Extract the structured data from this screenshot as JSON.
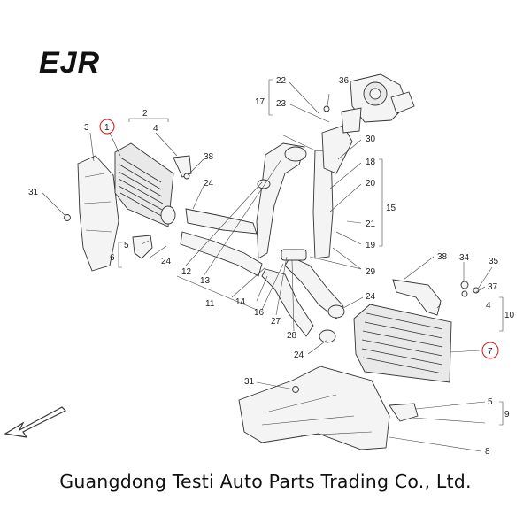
{
  "brand": {
    "logo_text": "EJR"
  },
  "company_name": "Guangdong Testi Auto Parts Trading Co., Ltd.",
  "highlight_color": "#dd1111",
  "callouts": {
    "c1": "1",
    "c2": "2",
    "c3": "3",
    "c4a": "4",
    "c4b": "4",
    "c5a": "5",
    "c5b": "5",
    "c6": "6",
    "c7": "7",
    "c8": "8",
    "c9": "9",
    "c10": "10",
    "c11": "11",
    "c12": "12",
    "c13": "13",
    "c14": "14",
    "c15": "15",
    "c16": "16",
    "c17": "17",
    "c18": "18",
    "c19": "19",
    "c20": "20",
    "c21": "21",
    "c22": "22",
    "c23": "23",
    "c24a": "24",
    "c24b": "24",
    "c24c": "24",
    "c24d": "24",
    "c27": "27",
    "c28": "28",
    "c29": "29",
    "c30": "30",
    "c31a": "31",
    "c31b": "31",
    "c34": "34",
    "c35": "35",
    "c36": "36",
    "c37": "37",
    "c38a": "38",
    "c38b": "38"
  }
}
